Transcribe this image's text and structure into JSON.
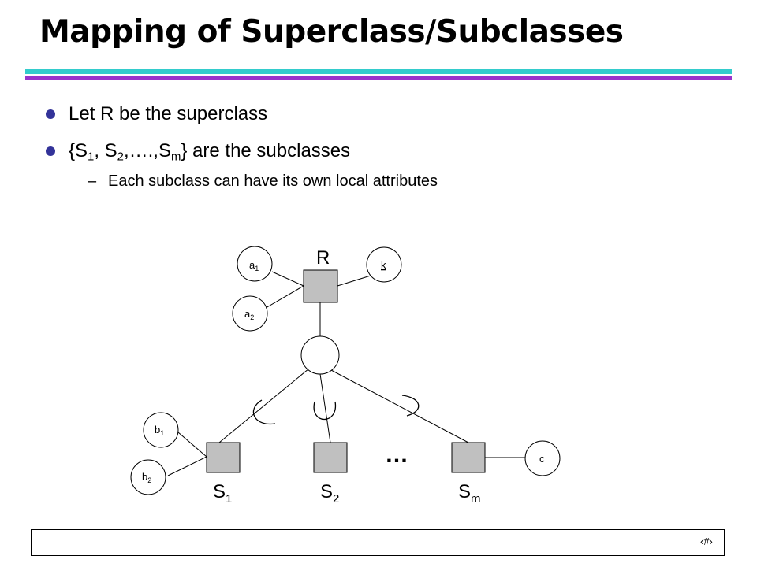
{
  "slide": {
    "title": "Mapping of Superclass/Subclasses",
    "page_number": "‹#›"
  },
  "bullets": [
    {
      "pre": "Let R be the superclass"
    },
    {
      "p1": "{S",
      "s1": "1",
      "p2": ", S",
      "s2": "2",
      "p3": ",….,S",
      "s3": "m",
      "p4": "} are the subclasses"
    }
  ],
  "subbullet": {
    "dash": "–",
    "text": "Each subclass can have its own local attributes"
  },
  "diagram": {
    "superclass": {
      "label": "R"
    },
    "attributes": [
      {
        "base": "a",
        "sub": "1"
      },
      {
        "base": "a",
        "sub": "2"
      },
      {
        "base": "k",
        "sub": ""
      }
    ],
    "subclasses": [
      {
        "base": "S",
        "sub": "1"
      },
      {
        "base": "S",
        "sub": "2"
      },
      {
        "base": "S",
        "sub": "m"
      }
    ],
    "sub_attributes": [
      {
        "base": "b",
        "sub": "1"
      },
      {
        "base": "b",
        "sub": "2"
      },
      {
        "base": "c",
        "sub": ""
      }
    ],
    "ellipsis": "…"
  }
}
